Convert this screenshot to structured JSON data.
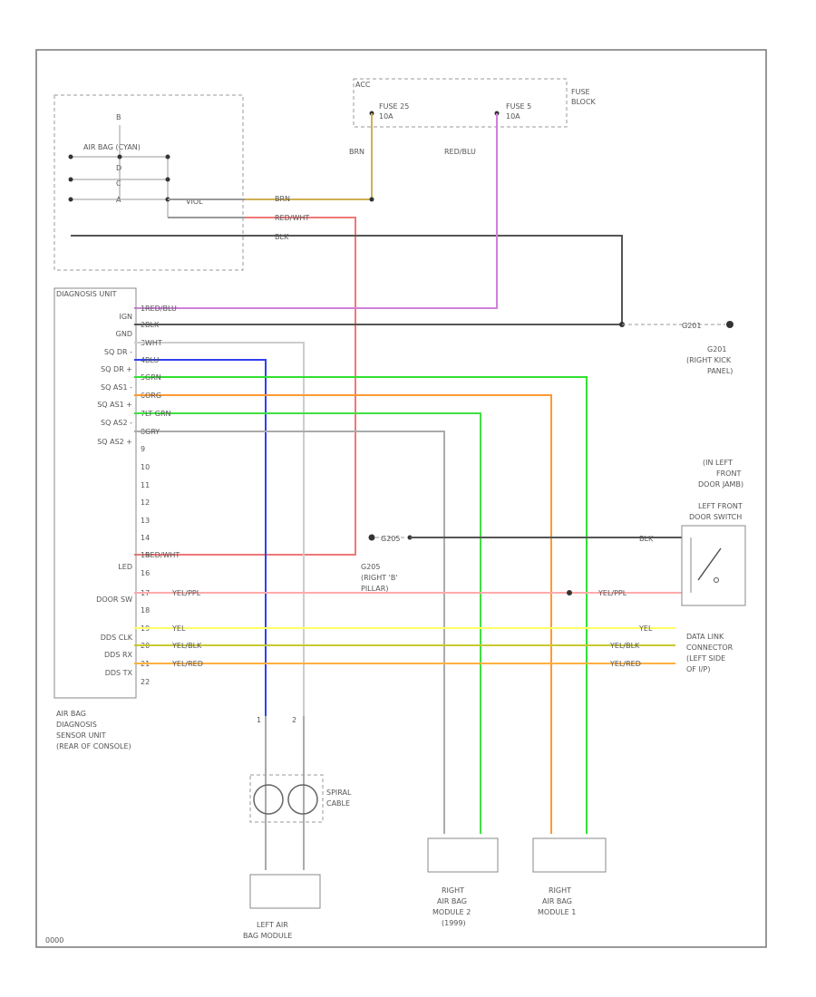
{
  "colors": {
    "border": "#777777",
    "blk": "#555555",
    "red_wht": "#f07878",
    "red_blu": "#c050a0",
    "red_blu_vert": "#d080d8",
    "brn": "#d0b050",
    "blu": "#3040f0",
    "grn": "#30e030",
    "org": "#ff9933",
    "lt_grn": "#40e040",
    "gry": "#aaaaaa",
    "wht": "#cccccc",
    "yel_ppl": "#ffaaaa",
    "yel": "#ffff66",
    "yel_blk": "#c8c830",
    "yel_red": "#ffb040"
  },
  "fuse_block": {
    "title": "ACC",
    "fuse25": [
      "FUSE 25",
      "10A"
    ],
    "fuse5": [
      "FUSE 5",
      "10A"
    ],
    "label": [
      "FUSE",
      "BLOCK"
    ]
  },
  "combination_meter": {
    "title": "AIR BAG (CYAN)",
    "pins": [
      "B",
      "D",
      "C",
      "A"
    ]
  },
  "unit": {
    "title": "DIAGNOSIS UNIT",
    "labels": [
      "IGN",
      "GND",
      "SQ DR -",
      "SQ DR +",
      "SQ AS1 -",
      "SQ AS1 +",
      "SQ AS2 -",
      "SQ AS2 +",
      "LED",
      "DOOR SW",
      "DDS CLK",
      "DDS RX",
      "DDS TX"
    ],
    "pins": [
      "1",
      "2",
      "3",
      "4",
      "5",
      "6",
      "7",
      "8",
      "9",
      "10",
      "11",
      "12",
      "13",
      "14",
      "15",
      "16",
      "17",
      "18",
      "19",
      "20",
      "21",
      "22"
    ],
    "caption": [
      "AIR BAG",
      "DIAGNOSIS",
      "SENSOR UNIT",
      "(REAR OF CONSOLE)"
    ]
  },
  "wires": {
    "red_blu": "RED/BLU",
    "blk": "BLK",
    "wht": "WHT",
    "blu": "BLU",
    "grn": "GRN",
    "org": "ORG",
    "lt_grn": "LT GRN",
    "gry": "GRY",
    "red_wht": "RED/WHT",
    "yel_ppl": "YEL/PPL",
    "yel": "YEL",
    "yel_blk": "YEL/BLK",
    "yel_red": "YEL/RED",
    "brn": "BRN",
    "viol": "VIOL"
  },
  "grounds": {
    "g201_label": "G201",
    "g201_caption": [
      "(RIGHT KICK",
      "PANEL)"
    ],
    "g205_label": "G205",
    "g205_caption": [
      "(RIGHT 'B'",
      "PILLAR)"
    ]
  },
  "door_switch": {
    "jamb": [
      "(IN LEFT",
      "FRONT",
      "DOOR JAMB)"
    ],
    "title": [
      "LEFT FRONT",
      "DOOR SWITCH"
    ]
  },
  "data_link": [
    "DATA LINK",
    "CONNECTOR",
    "(LEFT SIDE",
    "OF I/P)"
  ],
  "spiral_cable": [
    "SPIRAL",
    "CABLE"
  ],
  "modules": {
    "left": [
      "LEFT AIR",
      "BAG MODULE"
    ],
    "right2": [
      "RIGHT",
      "AIR BAG",
      "MODULE 2",
      "(1999)"
    ],
    "right1": [
      "RIGHT",
      "AIR BAG",
      "MODULE 1"
    ]
  },
  "footer_code": "0000"
}
